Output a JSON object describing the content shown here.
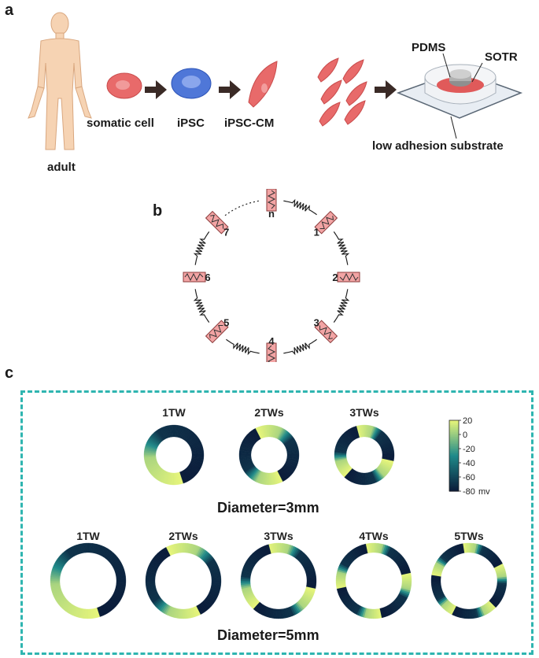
{
  "panel_a": {
    "letter": "a",
    "adult_label": "adult",
    "somatic_label": "somatic cell",
    "ipsc_label": "iPSC",
    "ipsc_cm_label": "iPSC-CM",
    "pdms_label": "PDMS",
    "sotr_label": "SOTR",
    "substrate_label": "low adhesion substrate"
  },
  "panel_b": {
    "letter": "b",
    "unit_labels": [
      "1",
      "2",
      "3",
      "4",
      "5",
      "6",
      "7",
      "n"
    ]
  },
  "panel_c": {
    "letter": "c",
    "colorbar_ticks": [
      "20",
      "0",
      "-20",
      "-40",
      "-60",
      "-80"
    ],
    "colorbar_unit": "mv",
    "colors": {
      "dark": "#0a1c3a",
      "mid": "#1f8a8a",
      "bright": "#e6f57a",
      "border": "#2fb5b0"
    },
    "rows": [
      {
        "title": "Diameter=3mm",
        "rings": [
          {
            "label": "1TW",
            "waves": 1
          },
          {
            "label": "2TWs",
            "waves": 2
          },
          {
            "label": "3TWs",
            "waves": 3
          }
        ]
      },
      {
        "title": "Diameter=5mm",
        "rings": [
          {
            "label": "1TW",
            "waves": 1
          },
          {
            "label": "2TWs",
            "waves": 2
          },
          {
            "label": "3TWs",
            "waves": 3
          },
          {
            "label": "4TWs",
            "waves": 4
          },
          {
            "label": "5TWs",
            "waves": 5
          }
        ]
      }
    ]
  }
}
